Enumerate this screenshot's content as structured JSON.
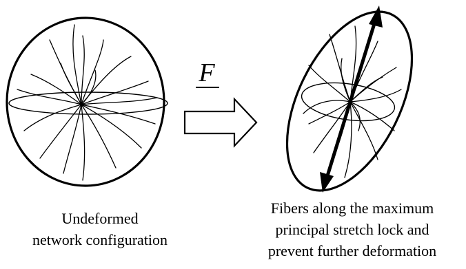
{
  "operator_label": "F",
  "left_panel": {
    "caption_lines": [
      "Undeformed",
      "network configuration"
    ]
  },
  "right_panel": {
    "caption_lines": [
      "Fibers along the maximum",
      "principal stretch lock and",
      "prevent further deformation"
    ]
  },
  "colors": {
    "ink": "#000000",
    "background": "#ffffff"
  }
}
